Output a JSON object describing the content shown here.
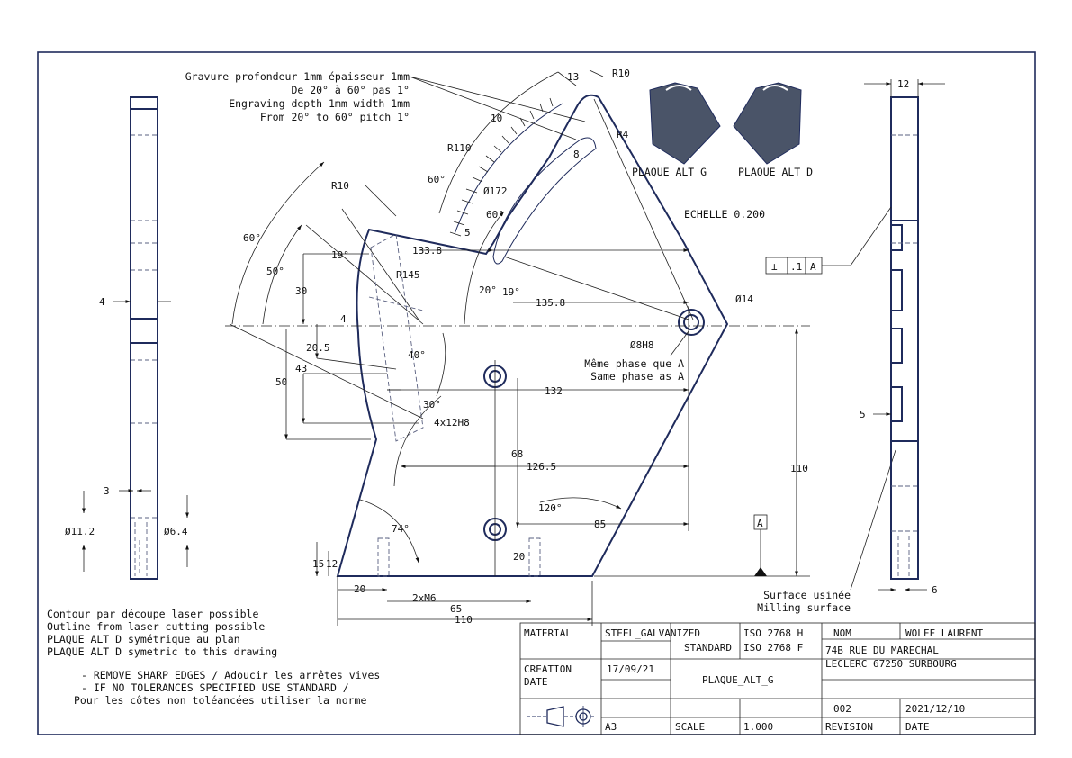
{
  "drawing": {
    "engraving_note": [
      "Gravure profondeur 1mm épaisseur 1mm",
      "De 20° à 60° pas 1°",
      "Engraving depth 1mm width 1mm",
      "From 20° to 60° pitch 1°"
    ],
    "scale_label": "ECHELLE 0.200",
    "thumb_left": "PLAQUE ALT G",
    "thumb_right": "PLAQUE ALT D",
    "phase_note": [
      "Même phase que A",
      "Same phase as A"
    ],
    "surface_note": [
      "Surface usinée",
      "Milling surface"
    ],
    "datum_label": "A",
    "tolerance_frame": [
      "⊥",
      ".1",
      "A"
    ],
    "bottom_notes": [
      "Contour par découpe laser possible",
      "Outline from laser cutting possible",
      "PLAQUE ALT D symétrique au plan",
      "PLAQUE ALT D symetric to this drawing"
    ],
    "standard_notes": [
      "- REMOVE SHARP EDGES / Adoucir les arrêtes vives",
      "- IF NO TOLERANCES SPECIFIED USE STANDARD /",
      "Pour les côtes non toléancées utiliser la norme"
    ]
  },
  "dims": {
    "d13": "13",
    "r10_top": "R10",
    "r4": "R4",
    "d8": "8",
    "d10": "10",
    "r110": "R110",
    "d60a": "60°",
    "d172": "Ø172",
    "d60b": "60°",
    "d5": "5",
    "r10_left": "R10",
    "d19a": "19°",
    "r145": "R145",
    "d133_8": "133.8",
    "d60c": "60°",
    "d50a": "50°",
    "d30": "30",
    "d4a": "4",
    "d4b": "4",
    "d20deg": "20°",
    "d19b": "19°",
    "d135_8": "135.8",
    "d14": "Ø14",
    "d20_5": "20.5",
    "d43": "43",
    "d50": "50",
    "d40": "40°",
    "d30deg": "30°",
    "d4x12": "4x12H8",
    "d132": "132",
    "d8h8": "Ø8H8",
    "d68": "68",
    "d126_5": "126.5",
    "d110v": "110",
    "d120": "120°",
    "d85": "85",
    "d74": "74°",
    "d20a": "20",
    "d20b": "20",
    "d15": "15",
    "d12a": "12",
    "d2xm6": "2xM6",
    "d65": "65",
    "d110h": "110",
    "d3": "3",
    "d11_2": "Ø11.2",
    "d6_4": "Ø6.4",
    "d12b": "12",
    "d5b": "5",
    "d6": "6"
  },
  "title_block": {
    "material_label": "MATERIAL",
    "material_value_1": "STEEL_GALVANIZED",
    "material_value_2": "STANDARD",
    "iso_1": "ISO 2768 H",
    "iso_2": "ISO 2768 F",
    "nom_label": "NOM",
    "nom_value": "WOLFF LAURENT",
    "address_1": "74B RUE DU MARECHAL",
    "address_2": "LECLERC 67250 SURBOURG",
    "creation_label_1": "CREATION",
    "creation_label_2": "DATE",
    "creation_value": "17/09/21",
    "part_name": "PLAQUE_ALT_G",
    "revision_value": "002",
    "date_value": "2021/12/10",
    "format": "A3",
    "scale_label": "SCALE",
    "scale_value": "1.000",
    "revision_label": "REVISION",
    "date_label": "DATE"
  },
  "colors": {
    "part": "#1f2b5c",
    "thumb_fill": "#4a5468"
  }
}
